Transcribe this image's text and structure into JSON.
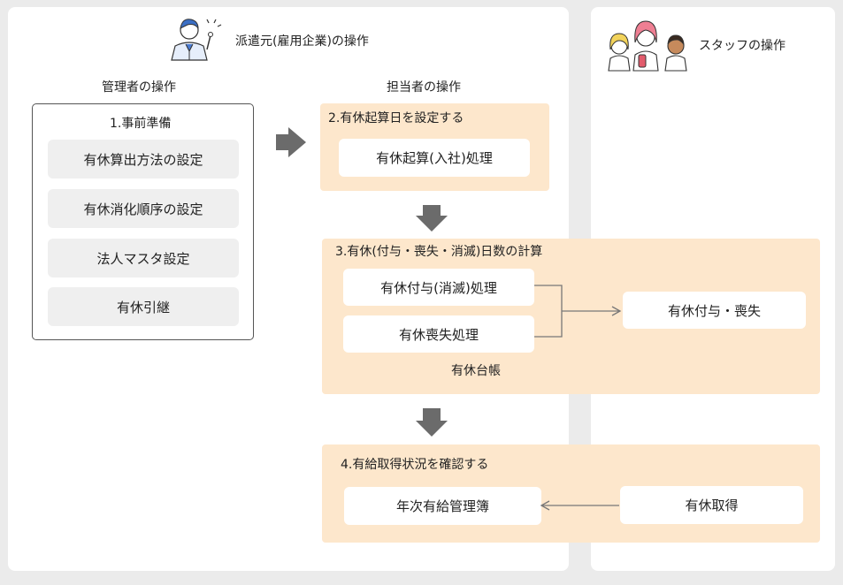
{
  "dispatcher": {
    "title": "派遣元(雇用企業)の操作",
    "admin": {
      "heading": "管理者の操作",
      "box_title": "1.事前準備",
      "items": [
        "有休算出方法の設定",
        "有休消化順序の設定",
        "法人マスタ設定",
        "有休引継"
      ]
    },
    "staff_manager": {
      "heading": "担当者の操作",
      "step2": {
        "title": "2.有休起算日を設定する",
        "button": "有休起算(入社)処理"
      },
      "step3": {
        "title": "3.有休(付与・喪失・消滅)日数の計算",
        "button_grant": "有休付与(消滅)処理",
        "button_loss": "有休喪失処理",
        "ledger": "有休台帳",
        "result": "有休付与・喪失"
      },
      "step4": {
        "title": "4.有給取得状況を確認する",
        "register": "年次有給管理簿",
        "acquire": "有休取得"
      }
    }
  },
  "staff": {
    "title": "スタッフの操作"
  },
  "colors": {
    "orange_bg": "#fde7cc",
    "gray_button": "#efefef",
    "arrow": "#6b6b6b",
    "outer_bg": "#ebebeb"
  }
}
